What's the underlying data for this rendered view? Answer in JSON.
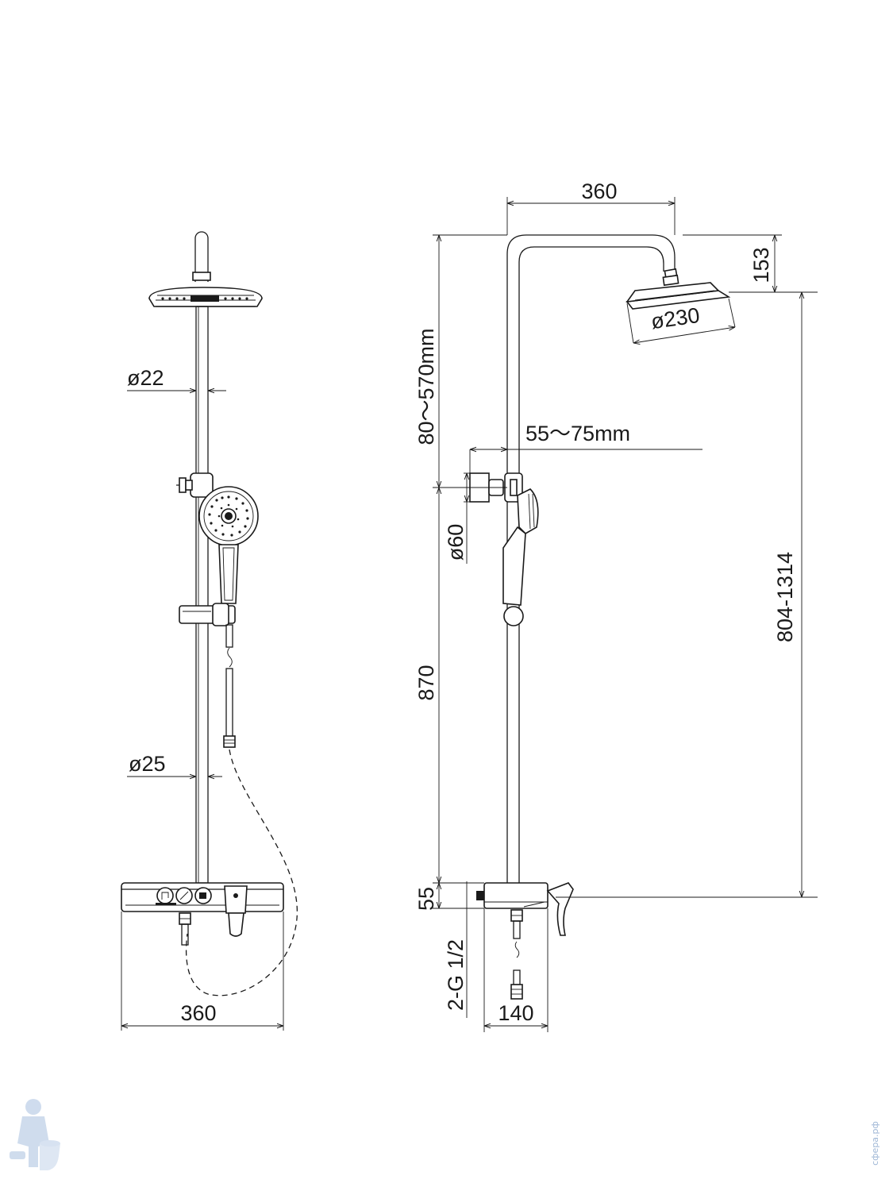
{
  "front_view": {
    "dia_22": "ø22",
    "dia_25": "ø25",
    "width_360": "360"
  },
  "side_view": {
    "top_width_360": "360",
    "dim_153": "153",
    "dia_230": "ø230",
    "range_80_570": "80～570mm",
    "range_55_75": "55～75mm",
    "dia_60": "ø60",
    "height_870": "870",
    "height_804_1314": "804-1314",
    "dim_55": "55",
    "thread_2g12": "2-G 1/2",
    "dim_140": "140"
  },
  "watermark": {
    "text": "сфера.рф",
    "color": "#9fb7d6"
  },
  "colors": {
    "line": "#1a1a1a",
    "background": "#ffffff"
  }
}
